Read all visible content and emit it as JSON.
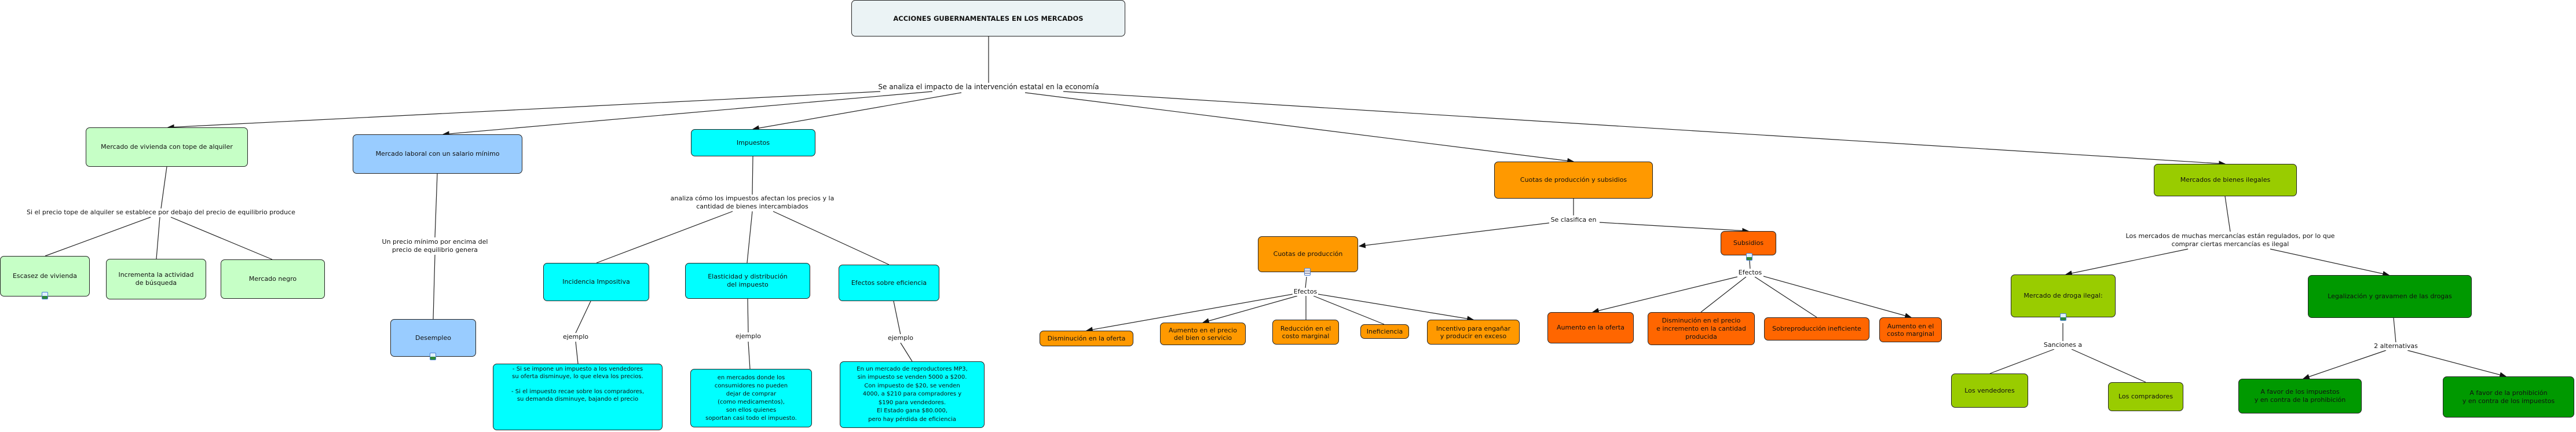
{
  "colors": {
    "root": "#ebf3f5",
    "vivienda": "#c6ffc6",
    "laboral": "#99ccff",
    "impuestos": "#00ffff",
    "cuotas": "#ff9900",
    "subsidios": "#ff6600",
    "ilegal_light": "#99cc00",
    "ilegal_dark": "#009900"
  },
  "root": {
    "title": "ACCIONES GUBERNAMENTALES EN LOS MERCADOS"
  },
  "links": {
    "main": "Se analiza el impacto de la intervención estatal en la economía",
    "vivienda": "Si el precio tope de alquiler se establece por debajo del precio de equilibrio produce",
    "laboral": "Un precio mínimo por encima del\nprecio de equilibrio genera",
    "impuestos": "analiza cómo los impuestos afectan los precios y la\ncantidad de bienes intercambiados",
    "ejemplo1": "ejemplo",
    "ejemplo2": "ejemplo",
    "ejemplo3": "ejemplo",
    "clasifica": "Se clasifica en",
    "efectos_cuotas": "Efectos",
    "efectos_subsidios": "Efectos",
    "ilegales": "Los mercados de muchas mercancías están regulados, por lo que\ncomprar ciertas mercancías es ilegal",
    "sanciones": "Sanciones a",
    "alternativas": "2 alternativas"
  },
  "nodes": {
    "vivienda": "Mercado de vivienda con tope de alquiler",
    "escasez": "Escasez de vivienda",
    "busqueda": "Incrementa la actividad\nde búsqueda",
    "negro": "Mercado negro",
    "laboral": "Mercado laboral con un salario mínimo",
    "desempleo": "Desempleo",
    "impuestos": "Impuestos",
    "incidencia": "Incidencia Impositiva",
    "elasticidad": "Elasticidad y distribución\ndel impuesto",
    "eficiencia": "Efectos sobre eficiencia",
    "ej_incidencia": "- Si se impone un impuesto a los vendedores\nsu oferta disminuye, lo que eleva los precios.\n\n- Si el impuesto recae sobre los compradores,\nsu demanda disminuye, bajando el precio",
    "ej_elasticidad": "en mercados donde los\nconsumidores no pueden\ndejar de comprar\n(como medicamentos),\nson ellos quienes\nsoportan casi todo el impuesto.",
    "ej_eficiencia": "En un mercado de reproductores MP3,\nsin impuesto se venden 5000 a $200.\nCon impuesto de $20, se venden\n4000, a $210 para compradores y\n$190 para vendedores.\nEl Estado gana $80.000,\npero hay pérdida de eficiencia",
    "cuotas_subsidios": "Cuotas de producción y subsidios",
    "cuotas": "Cuotas de producción",
    "c_oferta": "Disminución en la oferta",
    "c_precio": "Aumento en el precio\ndel bien o servicio",
    "c_costo": "Reducción en el\ncosto marginal",
    "c_inef": "Ineficiencia",
    "c_incentivo": "Incentivo para engañar\ny producir en exceso",
    "subsidios": "Subsidios",
    "s_oferta": "Aumento en la oferta",
    "s_precio": "Disminución en el precio\ne incremento en la cantidad\nproducida",
    "s_sobre": "Sobreproducción ineficiente",
    "s_costo": "Aumento en el\ncosto marginal",
    "ilegales": "Mercados de bienes ilegales",
    "droga": "Mercado de droga ilegal:",
    "vendedores": "Los vendedores",
    "compradores": "Los compradores",
    "legalizacion": "Legalización y gravamen de las drogas",
    "favor_impuestos": "A favor de los impuestos\ny en contra de la prohibición",
    "favor_prohibicion": "A favor de la prohibición\ny en contra de los impuestos"
  }
}
